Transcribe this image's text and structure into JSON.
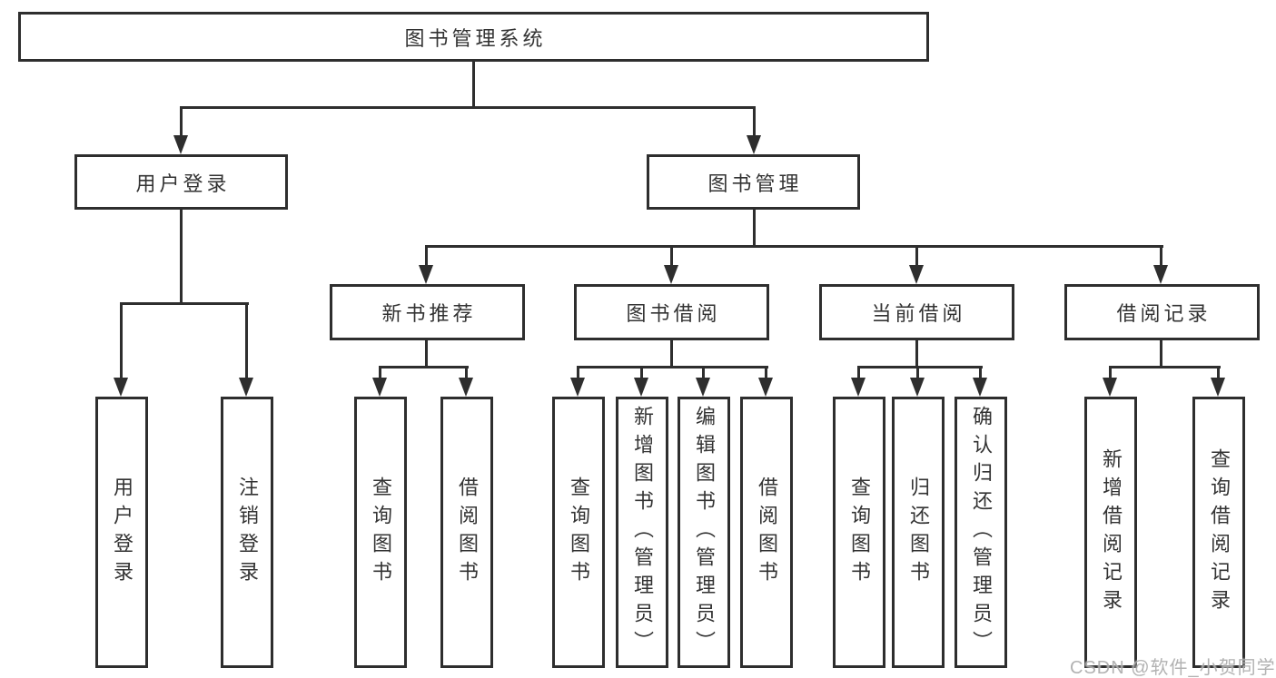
{
  "diagram": {
    "root": {
      "label": "图书管理系统"
    },
    "user_login": {
      "label": "用户登录",
      "children": [
        {
          "label": "用户登录"
        },
        {
          "label": "注销登录"
        }
      ]
    },
    "book_mgmt": {
      "label": "图书管理",
      "children": [
        {
          "label": "新书推荐",
          "children": [
            {
              "label": "查询图书"
            },
            {
              "label": "借阅图书"
            }
          ]
        },
        {
          "label": "图书借阅",
          "children": [
            {
              "label": "查询图书"
            },
            {
              "label": "新增图书（管理员）"
            },
            {
              "label": "编辑图书（管理员）"
            },
            {
              "label": "借阅图书"
            }
          ]
        },
        {
          "label": "当前借阅",
          "children": [
            {
              "label": "查询图书"
            },
            {
              "label": "归还图书"
            },
            {
              "label": "确认归还（管理员）"
            }
          ]
        },
        {
          "label": "借阅记录",
          "children": [
            {
              "label": "新增借阅记录"
            },
            {
              "label": "查询借阅记录"
            }
          ]
        }
      ]
    }
  },
  "watermark": "CSDN @软件_小贺同学",
  "colors": {
    "line": "#2e2e2e",
    "text": "#333333",
    "background": "#ffffff",
    "watermark": "#a5a5a5"
  }
}
